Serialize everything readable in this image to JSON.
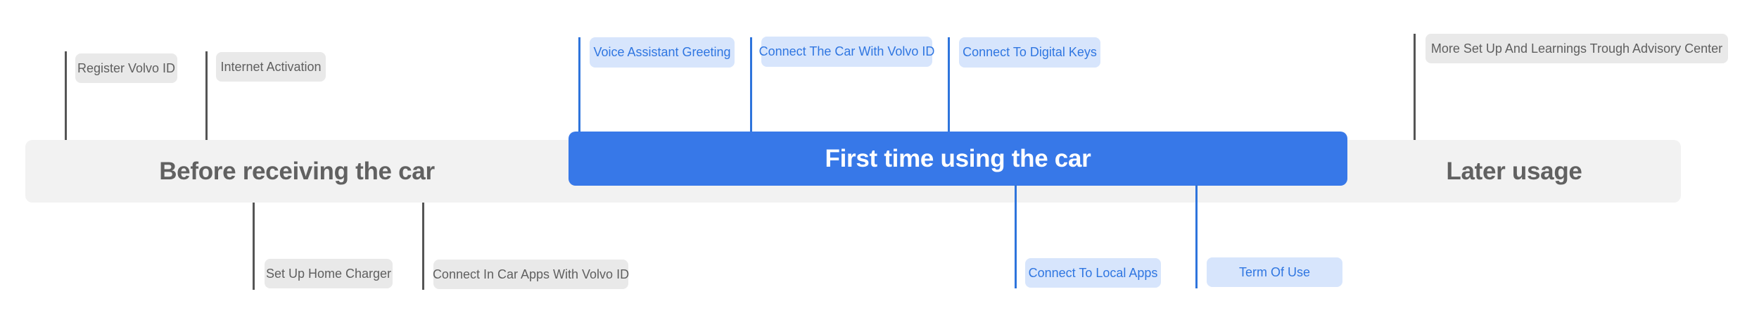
{
  "colors": {
    "accent_blue": "#3778e8",
    "accent_blue_line": "#2e74dc",
    "accent_blue_chip_bg": "#d7e5fc",
    "accent_blue_text": "#2f76e1",
    "track_gray": "#f2f2f2",
    "chip_gray_bg": "#e9e9e9",
    "chip_gray_text": "#5f5f5f",
    "phase_gray_text": "#616161",
    "connector_dark": "#555555",
    "band_text_white": "#ffffff"
  },
  "timeline": {
    "phases": [
      {
        "id": "before",
        "label": "Before receiving the car"
      },
      {
        "id": "first-time",
        "label": "First time using the car"
      },
      {
        "id": "later",
        "label": "Later usage"
      }
    ],
    "items_top": [
      {
        "label": "Register Volvo ID",
        "style": "muted"
      },
      {
        "label": "Internet Activation",
        "style": "muted"
      },
      {
        "label": "Voice Assistant Greeting",
        "style": "accent"
      },
      {
        "label": "Connect The Car With Volvo ID",
        "style": "accent"
      },
      {
        "label": "Connect To Digital Keys",
        "style": "accent"
      },
      {
        "label": "More Set Up And Learnings Trough Advisory Center",
        "style": "muted"
      }
    ],
    "items_bottom": [
      {
        "label": "Set Up Home Charger",
        "style": "muted"
      },
      {
        "label": "Connect In Car Apps With Volvo ID",
        "style": "muted"
      },
      {
        "label": "Connect To Local Apps",
        "style": "accent"
      },
      {
        "label": "Term Of Use",
        "style": "accent"
      }
    ]
  }
}
